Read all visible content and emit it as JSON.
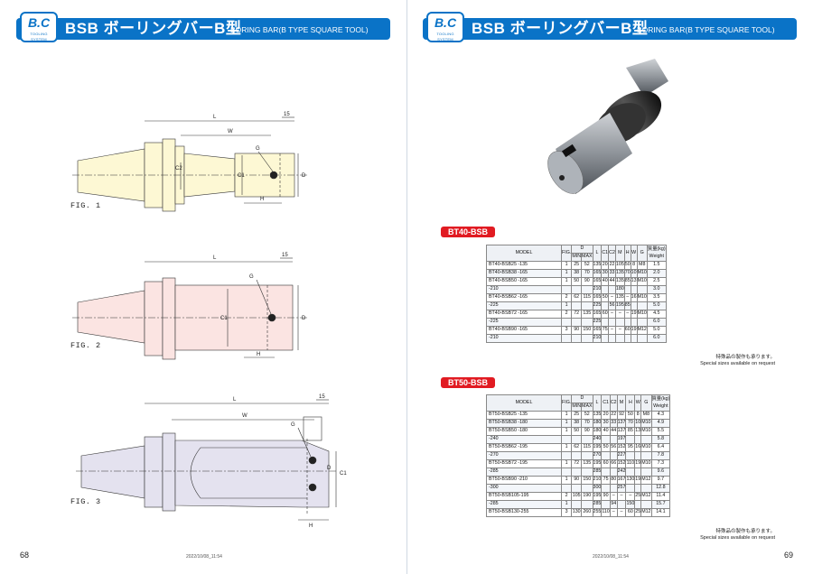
{
  "left_page": {
    "logo": {
      "mark": "B.C",
      "sub": "TOOLING SYSTEM"
    },
    "title_jp": "BSB ボーリングバーB型",
    "title_en": "BORING BAR(B TYPE SQUARE TOOL)",
    "fig1": {
      "label": "FIG. 1",
      "dims": {
        "L": "L",
        "s15": "15",
        "W": "W",
        "G": "G",
        "C2": "C2",
        "C1": "C1",
        "D": "D",
        "H": "H"
      }
    },
    "fig2": {
      "label": "FIG. 2",
      "dims": {
        "L": "L",
        "s15": "15",
        "G": "G",
        "C1": "C1",
        "D": "D",
        "H": "H"
      }
    },
    "fig3": {
      "label": "FIG. 3",
      "dims": {
        "L": "L",
        "s15": "15",
        "W": "W",
        "G": "G",
        "C1": "C1",
        "D": "D",
        "H": "H"
      }
    },
    "page_number": "68",
    "stamp": "2022/10/08_11:54"
  },
  "right_page": {
    "logo": {
      "mark": "B.C",
      "sub": "TOOLING SYSTEM"
    },
    "title_jp": "BSB ボーリングバーB型",
    "title_en": "BORING BAR(B TYPE SQUARE TOOL)",
    "page_number": "69",
    "stamp": "2022/10/08_11:54",
    "columns": {
      "model": "MODEL",
      "fig": "FIG.",
      "d": "D",
      "min": "MIN",
      "max": "MAX",
      "l": "L",
      "c1": "C1",
      "c2": "C2",
      "m": "M",
      "h": "H",
      "w": "W",
      "g": "G",
      "weight": "質量(kg)",
      "weight_en": "Weight"
    },
    "bt40": {
      "tag": "BT40-BSB",
      "rows": [
        [
          "BT40-BSB25 -135",
          "1",
          "25",
          "52",
          "135",
          "20",
          "22",
          "105",
          "50",
          "8",
          "M8",
          "1.5"
        ],
        [
          "BT40-BSB38 -165",
          "1",
          "38",
          "70",
          "165",
          "30",
          "33",
          "135",
          "70",
          "10",
          "M10",
          "2.0"
        ],
        [
          "BT40-BSB50 -165",
          "1",
          "50",
          "90",
          "165",
          "40",
          "44",
          "135",
          "85",
          "13",
          "M10",
          "2.5"
        ],
        [
          "-210",
          "",
          "",
          "",
          "210",
          "",
          "",
          "180",
          "",
          "",
          "",
          "3.0"
        ],
        [
          "BT40-BSB62 -165",
          "2",
          "62",
          "115",
          "165",
          "50",
          "–",
          "135",
          "–",
          "16",
          "M10",
          "3.5"
        ],
        [
          "-225",
          "1",
          "",
          "",
          "225",
          "",
          "56",
          "195",
          "85",
          "",
          "",
          "5.0"
        ],
        [
          "BT40-BSB72 -165",
          "2",
          "72",
          "135",
          "165",
          "60",
          "–",
          "–",
          "–",
          "19",
          "M10",
          "4.5"
        ],
        [
          "-225",
          "",
          "",
          "",
          "225",
          "",
          "",
          "",
          "",
          "",
          "",
          "6.0"
        ],
        [
          "BT40-BSB90 -165",
          "3",
          "90",
          "150",
          "165",
          "75",
          "–",
          "–",
          "60",
          "19",
          "M12",
          "5.0"
        ],
        [
          "-210",
          "",
          "",
          "",
          "210",
          "",
          "",
          "",
          "",
          "",
          "",
          "6.0"
        ]
      ],
      "note_jp": "特殊品の製作も承ります。",
      "note_en": "Special sizes available on request"
    },
    "bt50": {
      "tag": "BT50-BSB",
      "rows": [
        [
          "BT50-BSB25 -135",
          "1",
          "25",
          "52",
          "135",
          "20",
          "22",
          "92",
          "50",
          "8",
          "M8",
          "4.3"
        ],
        [
          "BT50-BSB38 -180",
          "1",
          "38",
          "70",
          "180",
          "30",
          "33",
          "137",
          "70",
          "10",
          "M10",
          "4.9"
        ],
        [
          "BT50-BSB50 -180",
          "1",
          "50",
          "90",
          "180",
          "40",
          "44",
          "137",
          "85",
          "13",
          "M10",
          "5.5"
        ],
        [
          "-240",
          "",
          "",
          "",
          "240",
          "",
          "",
          "197",
          "",
          "",
          "",
          "5.8"
        ],
        [
          "BT50-BSB62 -195",
          "1",
          "62",
          "115",
          "195",
          "50",
          "56",
          "152",
          "95",
          "16",
          "M10",
          "6.4"
        ],
        [
          "-270",
          "",
          "",
          "",
          "270",
          "",
          "",
          "227",
          "",
          "",
          "",
          "7.8"
        ],
        [
          "BT50-BSB72 -195",
          "1",
          "72",
          "135",
          "195",
          "60",
          "66",
          "152",
          "110",
          "19",
          "M10",
          "7.3"
        ],
        [
          "-285",
          "",
          "",
          "",
          "285",
          "",
          "",
          "242",
          "",
          "",
          "",
          "9.6"
        ],
        [
          "BT50-BSB90 -210",
          "1",
          "90",
          "150",
          "210",
          "75",
          "80",
          "167",
          "130",
          "19",
          "M12",
          "9.7"
        ],
        [
          "-300",
          "",
          "",
          "",
          "300",
          "",
          "",
          "257",
          "",
          "",
          "",
          "12.8"
        ],
        [
          "BT50-BSB105-195",
          "2",
          "105",
          "190",
          "195",
          "90",
          "–",
          "–",
          "–",
          "25",
          "M12",
          "11.4"
        ],
        [
          "-285",
          "1",
          "",
          "",
          "285",
          "",
          "94",
          "",
          "150",
          "",
          "",
          "15.7"
        ],
        [
          "BT50-BSB130-255",
          "3",
          "130",
          "260",
          "255",
          "110",
          "–",
          "–",
          "60",
          "25",
          "M12",
          "14.1"
        ]
      ],
      "note_jp": "特殊品の製作も承ります。",
      "note_en": "Special sizes available on request"
    }
  },
  "colors": {
    "banner": "#0a73c7",
    "tag": "#e11b22",
    "fig1_fill": "#fdf8d4",
    "fig2_fill": "#fbe4e2",
    "fig3_fill": "#e4e2ef"
  }
}
